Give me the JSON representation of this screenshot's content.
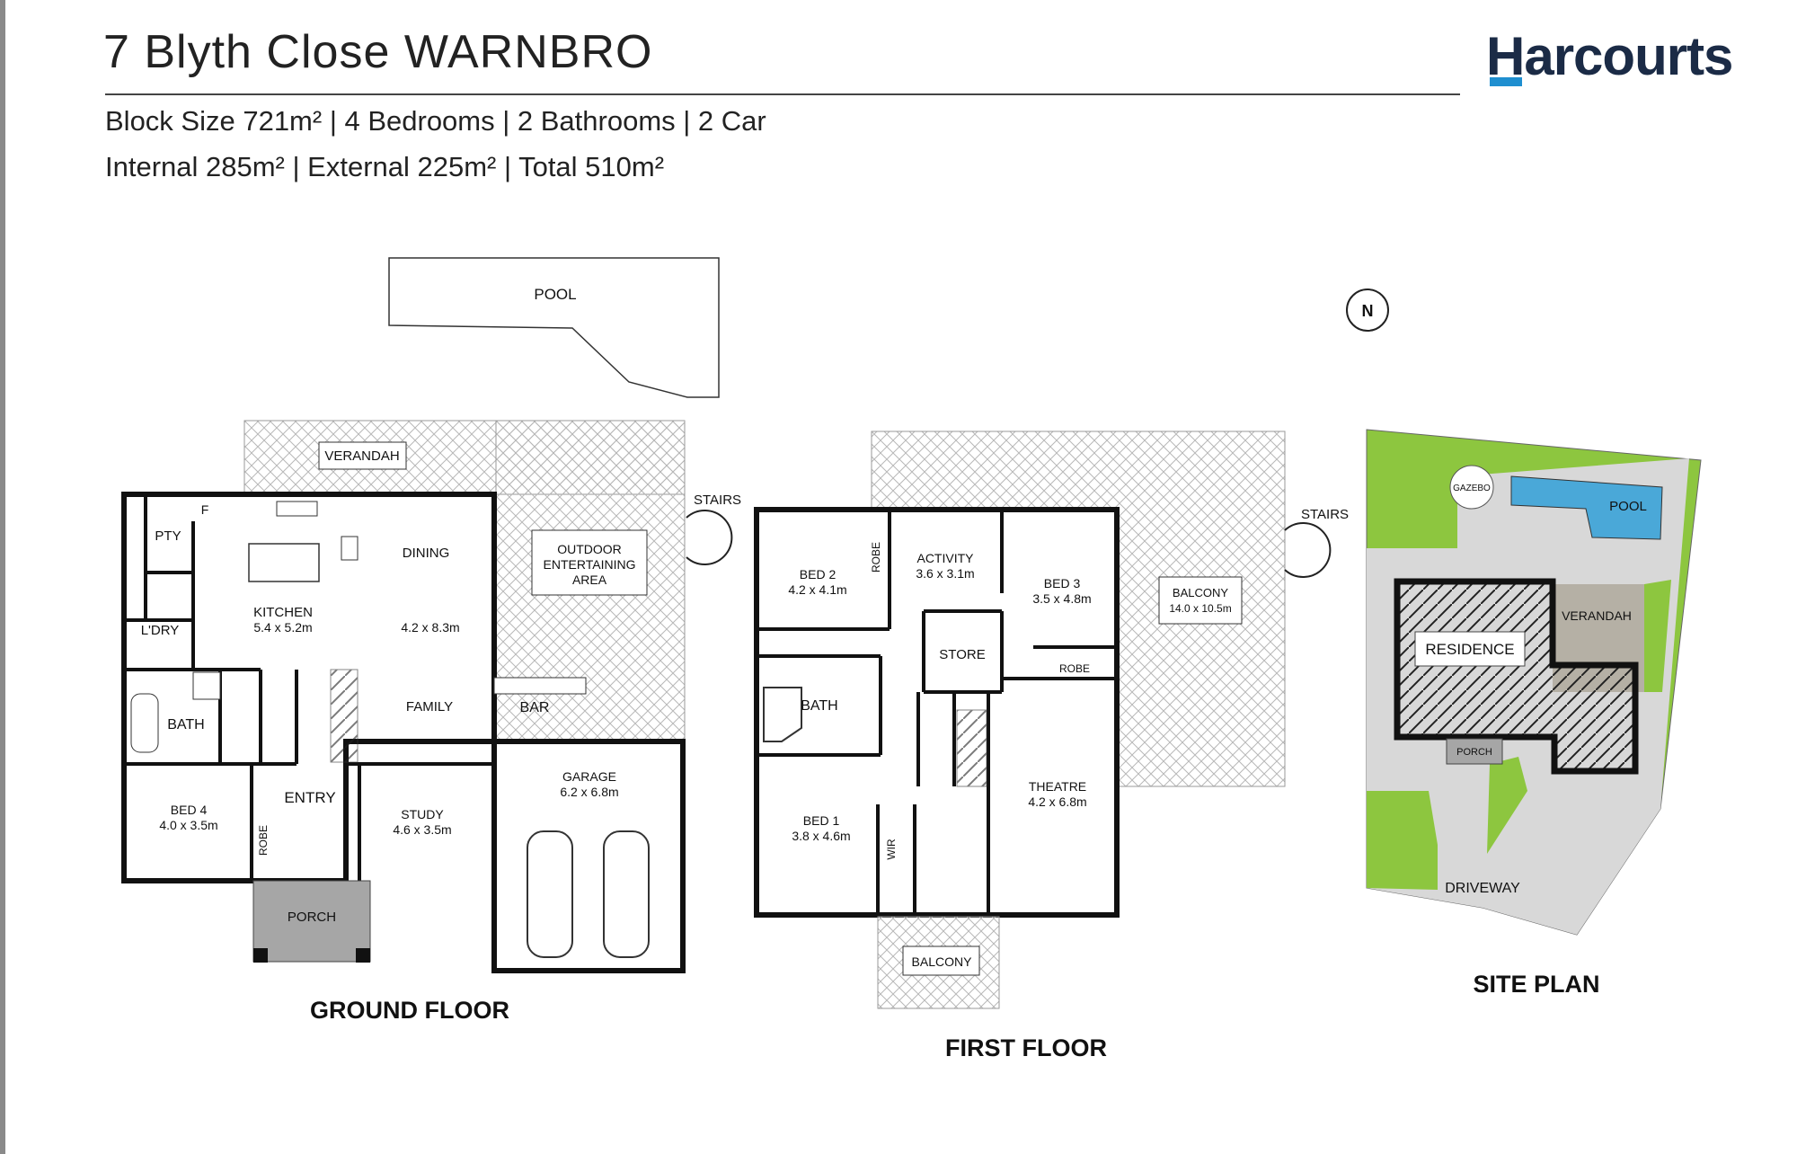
{
  "header": {
    "street": "7 Blyth Close",
    "suburb": "WARNBRO",
    "line1": "Block Size 721m² | 4 Bedrooms | 2 Bathrooms |  2 Car",
    "line2": "Internal 285m² | External 225m² | Total 510m²"
  },
  "brand": {
    "name": "Harcourts",
    "color": "#1b2b46",
    "accent": "#1f8fd0"
  },
  "ground_floor": {
    "title": "GROUND FLOOR",
    "pool": "POOL",
    "verandah": "VERANDAH",
    "stairs": "STAIRS",
    "outdoor": [
      "OUTDOOR",
      "ENTERTAINING",
      "AREA"
    ],
    "f": "F",
    "pty": "PTY",
    "ldry": "L'DRY",
    "kitchen": {
      "name": "KITCHEN",
      "size": "5.4 x 5.2m"
    },
    "dining": "DINING",
    "dining_size": "4.2 x 8.3m",
    "family": "FAMILY",
    "bar": "BAR",
    "bath": "BATH",
    "entry": "ENTRY",
    "bed4": {
      "name": "BED 4",
      "size": "4.0 x 3.5m"
    },
    "robe": "ROBE",
    "study": {
      "name": "STUDY",
      "size": "4.6 x 3.5m"
    },
    "garage": {
      "name": "GARAGE",
      "size": "6.2 x 6.8m"
    },
    "porch": "PORCH"
  },
  "first_floor": {
    "title": "FIRST FLOOR",
    "stairs": "STAIRS",
    "bed2": {
      "name": "BED 2",
      "size": "4.2 x 4.1m"
    },
    "robe": "ROBE",
    "activity": {
      "name": "ACTIVITY",
      "size": "3.6 x 3.1m"
    },
    "bed3": {
      "name": "BED 3",
      "size": "3.5 x 4.8m"
    },
    "robe3": "ROBE",
    "store": "STORE",
    "balcony": {
      "name": "BALCONY",
      "size": "14.0 x 10.5m"
    },
    "bath": "BATH",
    "bed1": {
      "name": "BED 1",
      "size": "3.8 x 4.6m"
    },
    "wir": "WIR",
    "theatre": {
      "name": "THEATRE",
      "size": "4.2 x 6.8m"
    },
    "balcony_small": "BALCONY"
  },
  "site_plan": {
    "title": "SITE PLAN",
    "gazebo": "GAZEBO",
    "pool": "POOL",
    "verandah": "VERANDAH",
    "residence": "RESIDENCE",
    "porch": "PORCH",
    "driveway": "DRIVEWAY",
    "north": "N"
  },
  "colors": {
    "lawn": "#8dc63f",
    "pool": "#4aa8d8",
    "paving": "#d8d8d8",
    "verandah": "#b5b0a5",
    "porch": "#a6a6a6",
    "wall": "#111111"
  }
}
